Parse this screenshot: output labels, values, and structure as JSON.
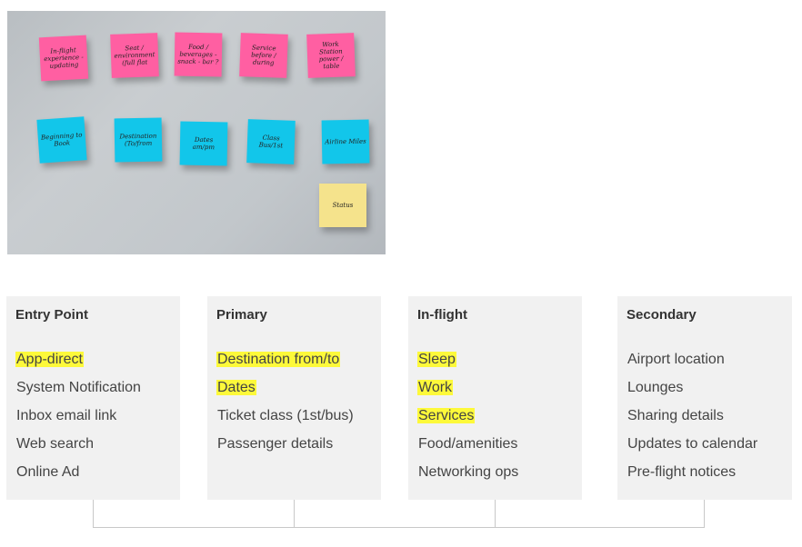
{
  "photo": {
    "notes": [
      {
        "text": "In-flight experience - updating",
        "color": "pink"
      },
      {
        "text": "Seat / environment (full flat",
        "color": "pink"
      },
      {
        "text": "Food / beverages - snack - bar ?",
        "color": "pink"
      },
      {
        "text": "Service before / during",
        "color": "pink"
      },
      {
        "text": "Work Station power / table",
        "color": "pink"
      },
      {
        "text": "Beginning to Book",
        "color": "cyan"
      },
      {
        "text": "Destination (To/from",
        "color": "cyan"
      },
      {
        "text": "Dates am/pm",
        "color": "cyan"
      },
      {
        "text": "Class Bus/1st",
        "color": "cyan"
      },
      {
        "text": "Airline Miles",
        "color": "cyan"
      },
      {
        "text": "Status",
        "color": "yellow"
      }
    ]
  },
  "columns": [
    {
      "title": "Entry Point",
      "items": [
        {
          "text": "App-direct",
          "highlight": true
        },
        {
          "text": "System Notification",
          "highlight": false
        },
        {
          "text": "Inbox email link",
          "highlight": false
        },
        {
          "text": "Web search",
          "highlight": false
        },
        {
          "text": "Online Ad",
          "highlight": false
        }
      ]
    },
    {
      "title": "Primary",
      "items": [
        {
          "text": "Destination from/to",
          "highlight": true
        },
        {
          "text": "Dates",
          "highlight": true
        },
        {
          "text": "Ticket class (1st/bus)",
          "highlight": false
        },
        {
          "text": "Passenger details",
          "highlight": false
        }
      ]
    },
    {
      "title": "In-flight",
      "items": [
        {
          "text": "Sleep",
          "highlight": true
        },
        {
          "text": "Work",
          "highlight": true
        },
        {
          "text": "Services",
          "highlight": true
        },
        {
          "text": "Food/amenities",
          "highlight": false
        },
        {
          "text": "Networking ops",
          "highlight": false
        }
      ]
    },
    {
      "title": "Secondary",
      "items": [
        {
          "text": "Airport location",
          "highlight": false
        },
        {
          "text": "Lounges",
          "highlight": false
        },
        {
          "text": "Sharing details",
          "highlight": false
        },
        {
          "text": "Updates to calendar",
          "highlight": false
        },
        {
          "text": "Pre-flight notices",
          "highlight": false
        }
      ]
    }
  ],
  "colors": {
    "highlight": "#fdf93a",
    "card_bg": "#f1f1f1",
    "note_pink": "#ff5fa2",
    "note_cyan": "#12c6ea",
    "note_yellow": "#f5e38c"
  }
}
